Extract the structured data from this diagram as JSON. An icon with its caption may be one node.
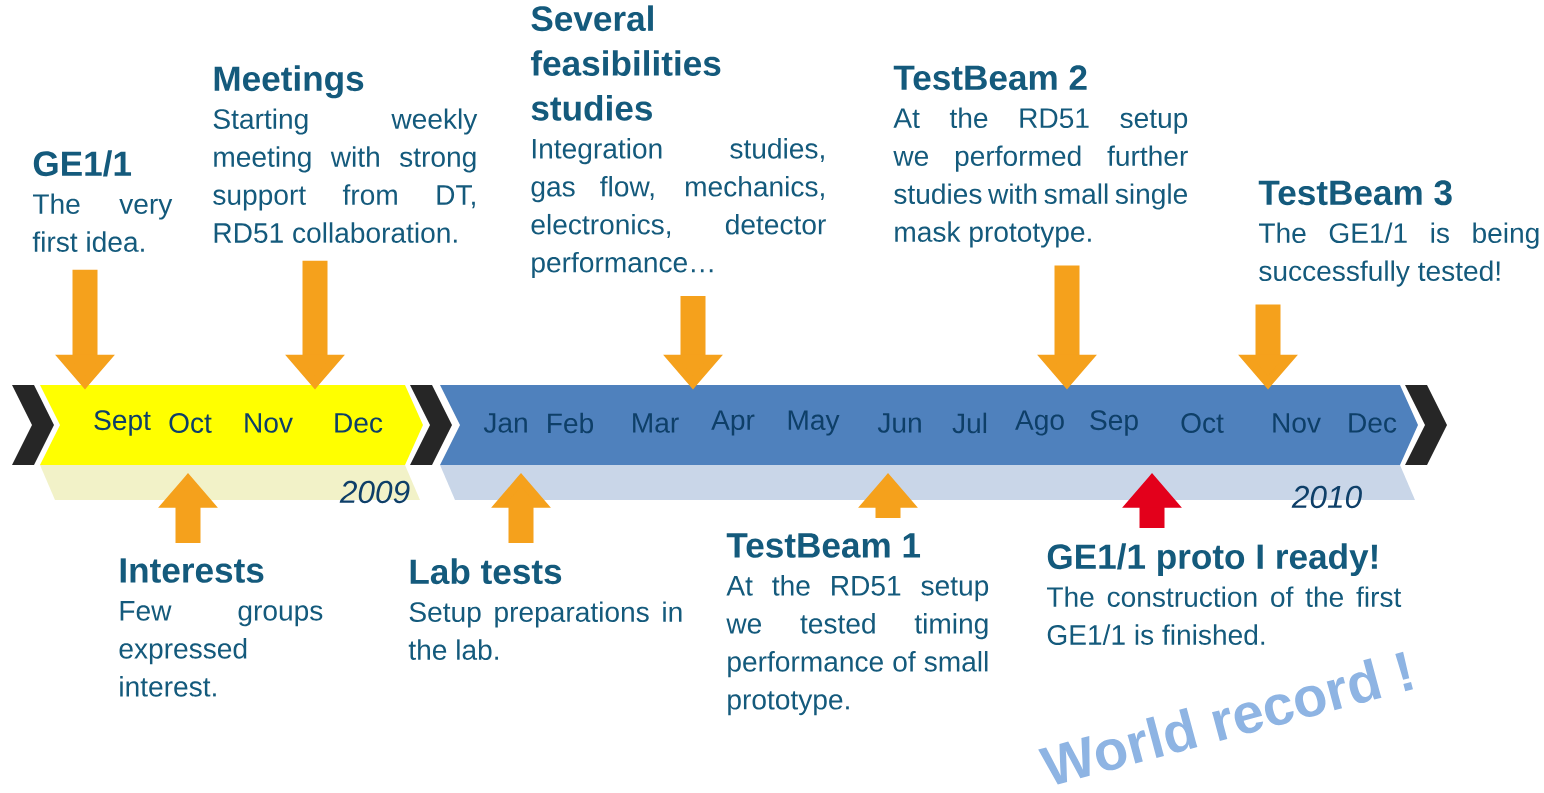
{
  "diagram": {
    "nodes": [
      {
        "text": [],
        "shape": "bar",
        "beside": [
          "2009"
        ]
      },
      {
        "text": [],
        "shape": "bar",
        "beside": [
          "2010"
        ]
      },
      {
        "text": [
          "GE1/1",
          "The very first idea."
        ]
      },
      {
        "text": [
          "Meetings",
          "Starting weekly meeting with strong support from DT, RD51 collaboration."
        ]
      },
      {
        "text": [
          "Several feasibilities studies",
          "Integration studies, gas flow, mechanics, electronics, detector performance…"
        ]
      },
      {
        "text": [
          "TestBeam 2",
          "At the RD51 setup we performed further studies with small single mask prototype."
        ]
      },
      {
        "text": [
          "TestBeam 3",
          "The GE1/1 is being successfully tested!"
        ]
      },
      {
        "text": [
          "Interests",
          "Few groups expressed interest."
        ]
      },
      {
        "text": [
          "Lab tests",
          "Setup preparations in the lab."
        ]
      },
      {
        "text": [
          "TestBeam 1",
          "At the RD51 setup we tested timing performance of small prototype."
        ]
      },
      {
        "text": [
          "GE1/1 proto I ready!",
          "The construction of the first GE1/1 is finished."
        ]
      }
    ],
    "edges": [
      {
        "from": 2,
        "to": 0,
        "arrow": "to"
      },
      {
        "from": 3,
        "to": 0,
        "arrow": "to"
      },
      {
        "from": 4,
        "to": 1,
        "arrow": "to"
      },
      {
        "from": 5,
        "to": 1,
        "arrow": "to"
      },
      {
        "from": 6,
        "to": 1,
        "arrow": "to"
      },
      {
        "from": 7,
        "to": 0,
        "arrow": "to"
      },
      {
        "from": 8,
        "to": 1,
        "arrow": "to"
      },
      {
        "from": 9,
        "to": 1,
        "arrow": "to"
      },
      {
        "from": 10,
        "to": 1,
        "arrow": "to",
        "color": "#e3001b"
      }
    ],
    "labels": [
      "Sept",
      "Oct",
      "Nov",
      "Dec",
      "Jan",
      "Feb",
      "Mar",
      "Apr",
      "May",
      "Jun",
      "Jul",
      "Ago",
      "Sep",
      "Oct",
      "Nov",
      "Dec",
      "World record !"
    ]
  }
}
